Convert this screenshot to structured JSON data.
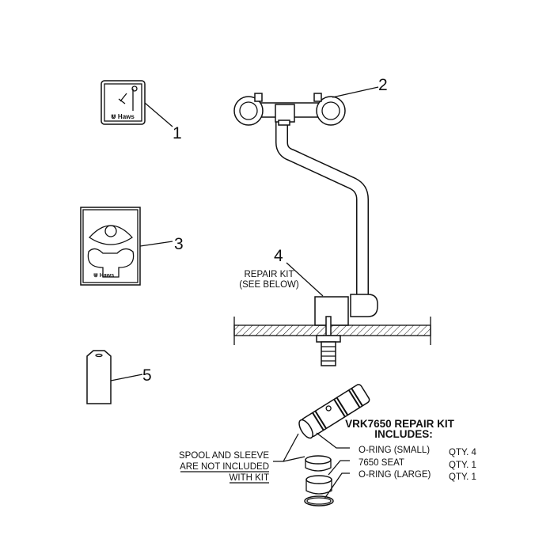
{
  "callouts": {
    "p1": "1",
    "p2": "2",
    "p3": "3",
    "p4": "4",
    "p5": "5"
  },
  "repair_kit_note": {
    "line1": "REPAIR KIT",
    "line2": "(SEE BELOW)"
  },
  "kit": {
    "title_line1": "VRK7650 REPAIR KIT",
    "title_line2": "INCLUDES:",
    "items": [
      {
        "name": "O-RING (SMALL)",
        "qty": "QTY. 4"
      },
      {
        "name": "7650 SEAT",
        "qty": "QTY. 1"
      },
      {
        "name": "O-RING (LARGE)",
        "qty": "QTY. 1"
      }
    ],
    "note": {
      "line1": "SPOOL AND SLEEVE",
      "line2": "ARE NOT INCLUDED",
      "line3": "WITH KIT"
    }
  },
  "brand_logo": "Haws"
}
